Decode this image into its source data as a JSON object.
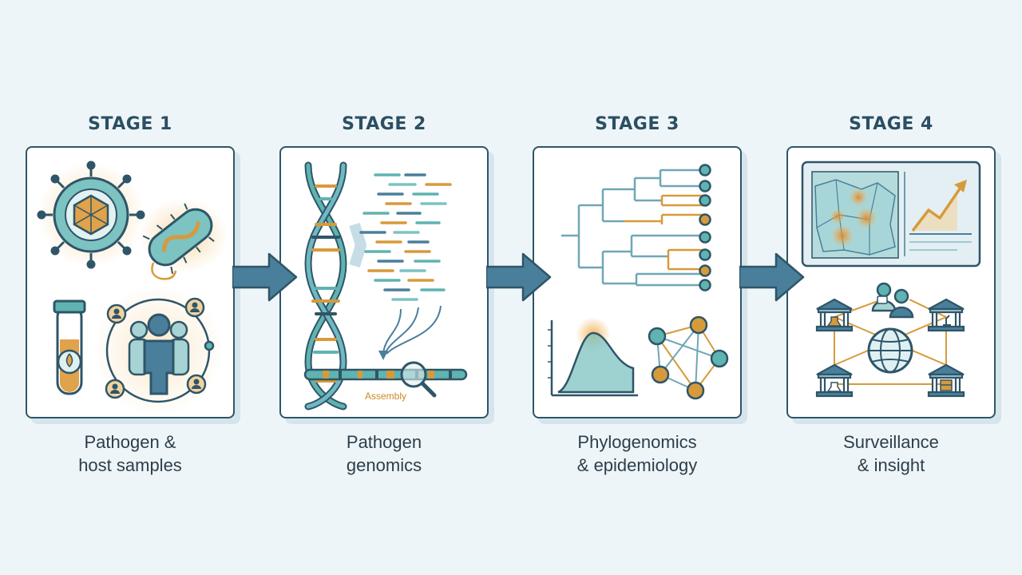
{
  "stages": [
    {
      "title": "STAGE 1",
      "caption_line1": "Pathogen &",
      "caption_line2": "host samples"
    },
    {
      "title": "STAGE 2",
      "caption_line1": "Pathogen",
      "caption_line2": "genomics",
      "assembly_label": "Assembly"
    },
    {
      "title": "STAGE 3",
      "caption_line1": "Phylogenomics",
      "caption_line2": "& epidemiology"
    },
    {
      "title": "STAGE 4",
      "caption_line1": "Surveillance",
      "caption_line2": "& insight"
    }
  ],
  "colors": {
    "dark": "#2f5568",
    "teal": "#5fb3b0",
    "gold": "#d79a3b",
    "blue": "#4a7f9b",
    "glow": "#f7dcae",
    "background": "#eef5f8"
  },
  "icons": [
    "virus-icon",
    "bacterium-icon",
    "sample-tube-icon",
    "population-icon",
    "dna-helix-icon",
    "sequence-reads-icon",
    "genome-assembly-icon",
    "magnifier-icon",
    "phylogenetic-tree-icon",
    "epidemic-curve-icon",
    "transmission-network-icon",
    "outbreak-map-icon",
    "trend-chart-icon",
    "institution-icon",
    "globe-icon",
    "collaborators-icon"
  ]
}
